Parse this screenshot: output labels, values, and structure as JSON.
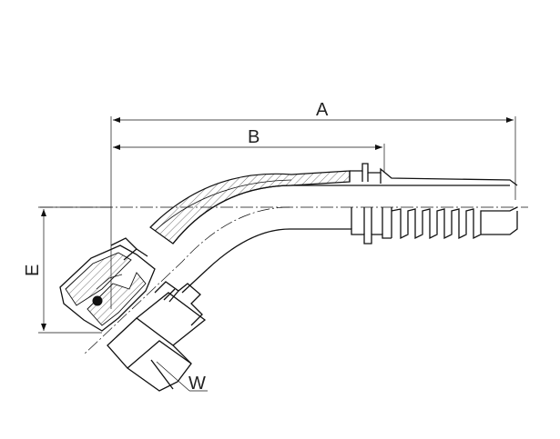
{
  "labels": {
    "a": "A",
    "b": "B",
    "e": "E",
    "w": "W"
  }
}
